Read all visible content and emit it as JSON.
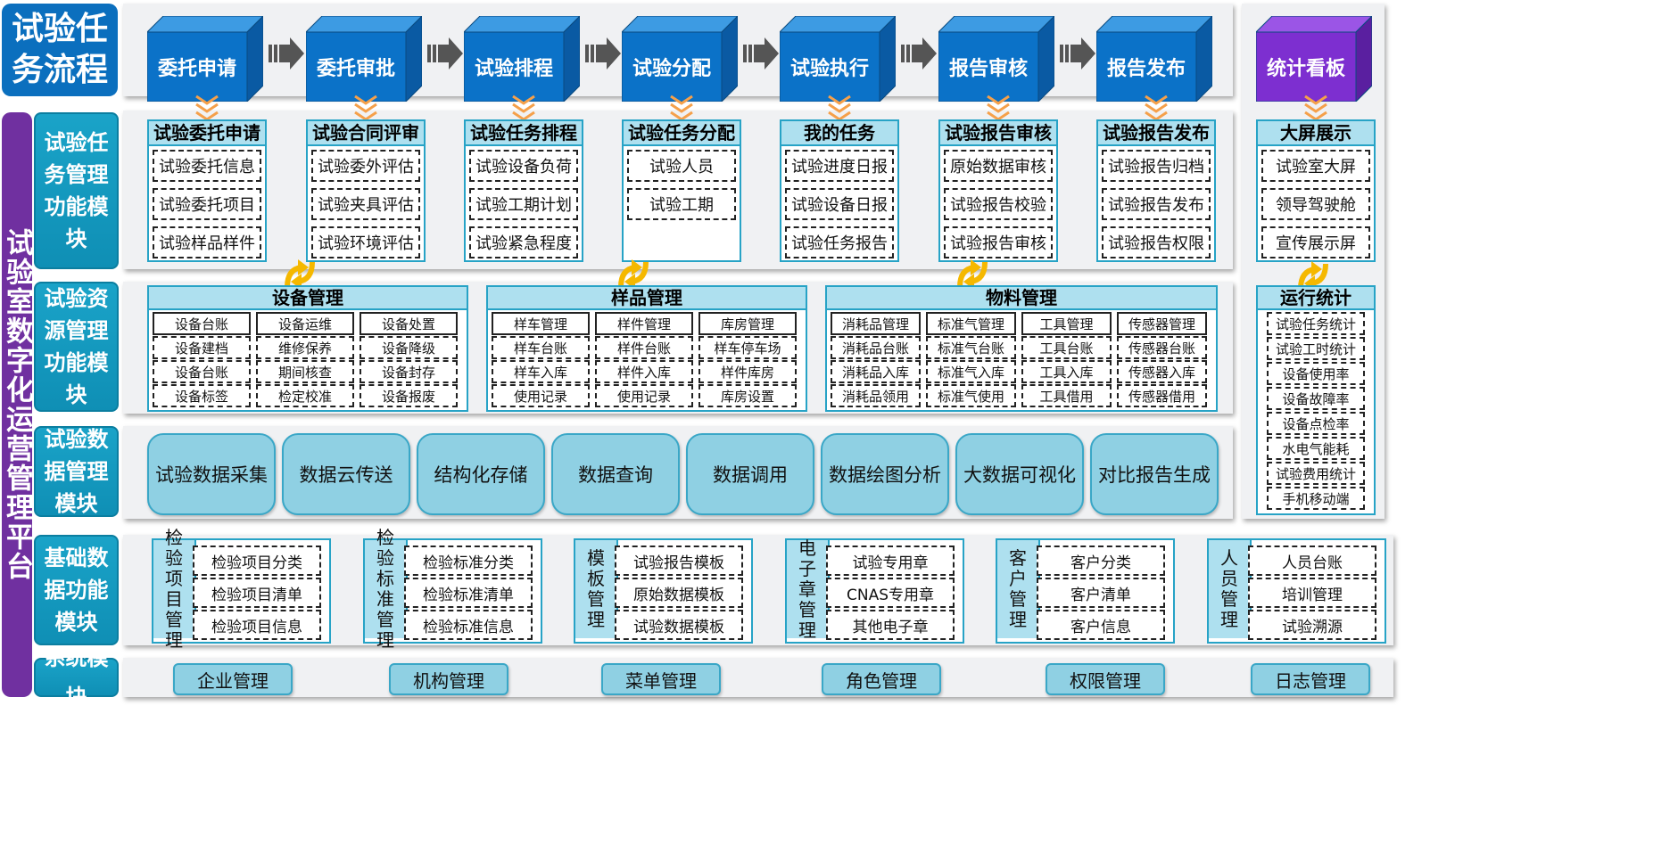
{
  "left_title": "试验室数字化运营管理平台",
  "flow_title": "试验任务流程",
  "row_labels": {
    "task": "试验任务管理功能模块",
    "resource": "试验资源管理功能模块",
    "data": "试验数据管理模块",
    "base": "基础数据功能模块",
    "system": "系统模块"
  },
  "process": [
    "委托申请",
    "委托审批",
    "试验排程",
    "试验分配",
    "试验执行",
    "报告审核",
    "报告发布"
  ],
  "stats_board": "统计看板",
  "task_modules": [
    {
      "title": "试验委托申请",
      "items": [
        "试验委托信息",
        "试验委托项目",
        "试验样品样件"
      ]
    },
    {
      "title": "试验合同评审",
      "items": [
        "试验委外评估",
        "试验夹具评估",
        "试验环境评估"
      ]
    },
    {
      "title": "试验任务排程",
      "items": [
        "试验设备负荷",
        "试验工期计划",
        "试验紧急程度"
      ]
    },
    {
      "title": "试验任务分配",
      "items": [
        "试验人员",
        "试验工期"
      ]
    },
    {
      "title": "我的任务",
      "items": [
        "试验进度日报",
        "试验设备日报",
        "试验任务报告"
      ]
    },
    {
      "title": "试验报告审核",
      "items": [
        "原始数据审核",
        "试验报告校验",
        "试验报告审核"
      ]
    },
    {
      "title": "试验报告发布",
      "items": [
        "试验报告归档",
        "试验报告发布",
        "试验报告权限"
      ]
    }
  ],
  "big_screen": {
    "title": "大屏展示",
    "items": [
      "试验室大屏",
      "领导驾驶舱",
      "宣传展示屏"
    ]
  },
  "resource_modules": [
    {
      "title": "设备管理",
      "columns": [
        [
          "设备台账",
          "设备建档",
          "设备台账",
          "设备标签"
        ],
        [
          "设备运维",
          "维修保养",
          "期间核查",
          "检定校准"
        ],
        [
          "设备处置",
          "设备降级",
          "设备封存",
          "设备报废"
        ]
      ]
    },
    {
      "title": "样品管理",
      "columns": [
        [
          "样车管理",
          "样车台账",
          "样车入库",
          "使用记录"
        ],
        [
          "样件管理",
          "样件台账",
          "样件入库",
          "使用记录"
        ],
        [
          "库房管理",
          "样车停车场",
          "样件库房",
          "库房设置"
        ]
      ]
    },
    {
      "title": "物料管理",
      "columns": [
        [
          "消耗品管理",
          "消耗品台账",
          "消耗品入库",
          "消耗品领用"
        ],
        [
          "标准气管理",
          "标准气台账",
          "标准气入库",
          "标准气使用"
        ],
        [
          "工具管理",
          "工具台账",
          "工具入库",
          "工具借用"
        ],
        [
          "传感器管理",
          "传感器台账",
          "传感器入库",
          "传感器借用"
        ]
      ]
    }
  ],
  "run_stats": {
    "title": "运行统计",
    "items": [
      "试验任务统计",
      "试验工时统计",
      "设备使用率",
      "设备故障率",
      "设备点检率",
      "水电气能耗",
      "试验费用统计",
      "手机移动端"
    ]
  },
  "data_items": [
    "试验数据采集",
    "数据云传送",
    "结构化存储",
    "数据查询",
    "数据调用",
    "数据绘图分析",
    "大数据可视化",
    "对比报告生成"
  ],
  "base_modules": [
    {
      "label": "检验项目管理",
      "items": [
        "检验项目分类",
        "检验项目清单",
        "检验项目信息"
      ]
    },
    {
      "label": "检验标准管理",
      "items": [
        "检验标准分类",
        "检验标准清单",
        "检验标准信息"
      ]
    },
    {
      "label": "模板管理",
      "items": [
        "试验报告模板",
        "原始数据模板",
        "试验数据模板"
      ]
    },
    {
      "label": "电子章管理",
      "items": [
        "试验专用章",
        "CNAS专用章",
        "其他电子章"
      ]
    },
    {
      "label": "客户管理",
      "items": [
        "客户分类",
        "客户清单",
        "客户信息"
      ]
    },
    {
      "label": "人员管理",
      "items": [
        "人员台账",
        "培训管理",
        "试验溯源"
      ]
    }
  ],
  "system_items": [
    "企业管理",
    "机构管理",
    "菜单管理",
    "角色管理",
    "权限管理",
    "日志管理"
  ],
  "colors": {
    "blue": "#0b72c8",
    "teal": "#1aa3c8",
    "purple": "#7030a0",
    "light_teal": "#aee0ef",
    "pill": "#8fd0e3",
    "orange": "#f5a623"
  }
}
